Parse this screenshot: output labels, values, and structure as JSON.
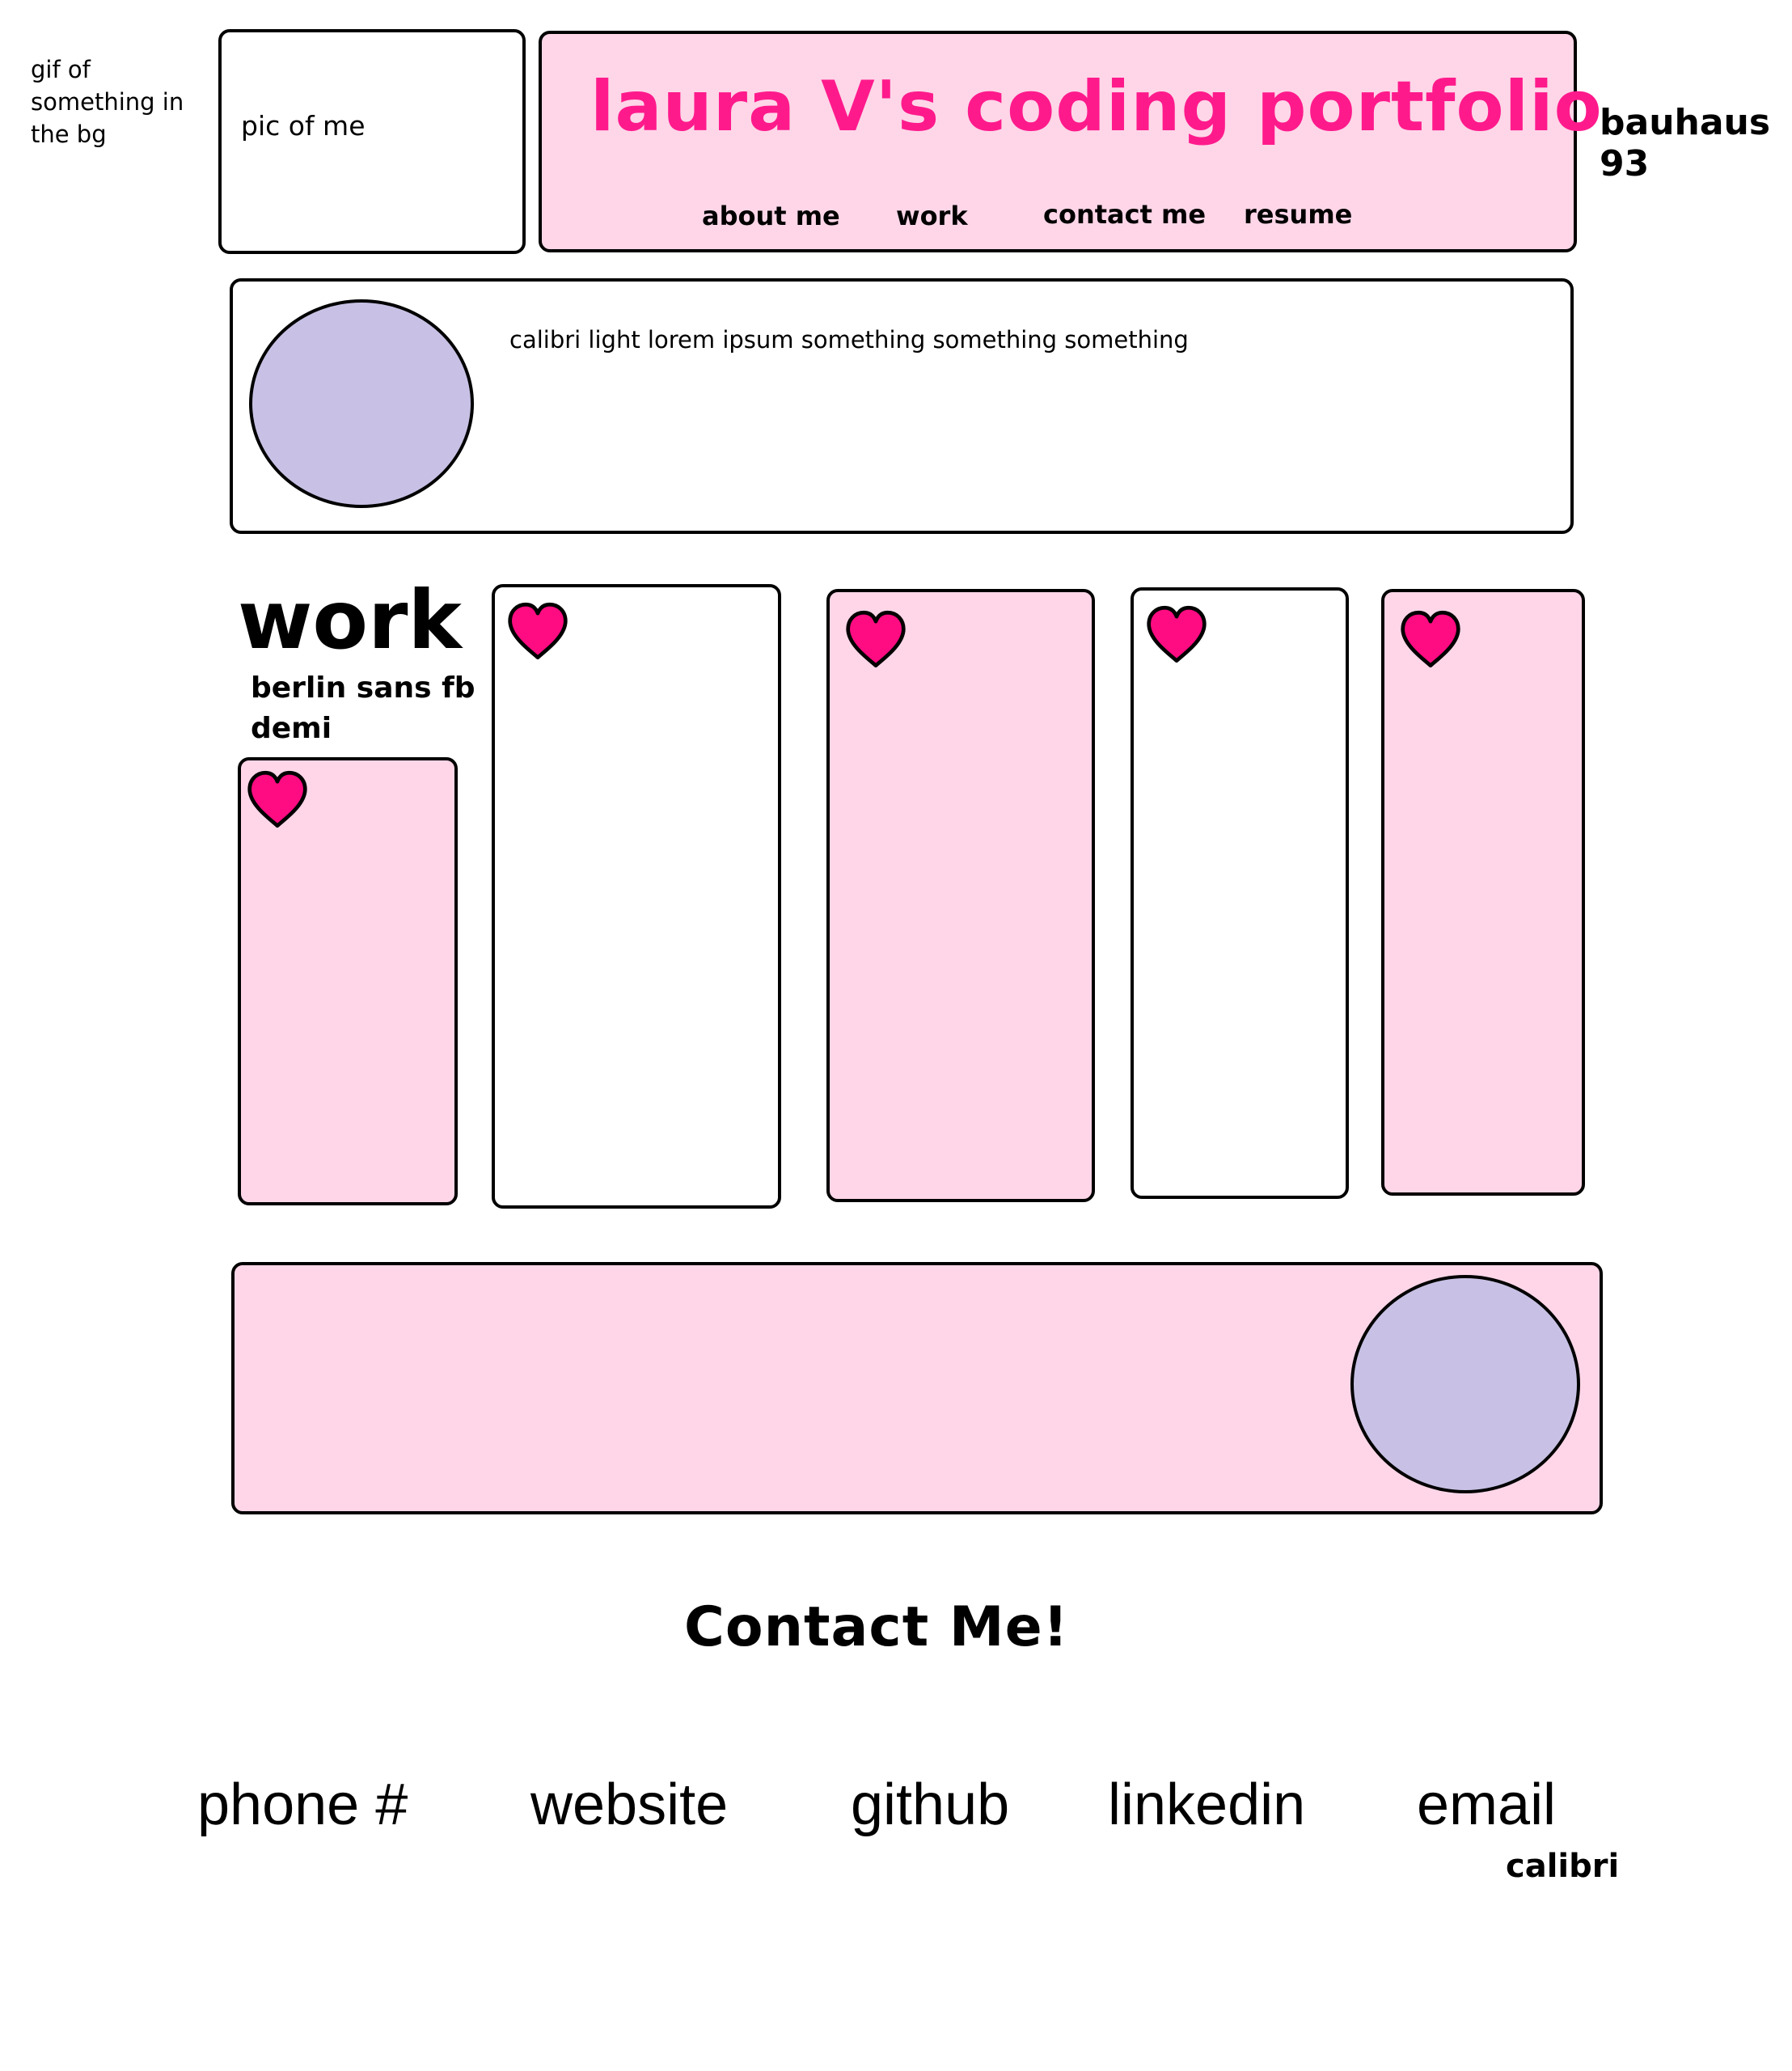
{
  "notes": {
    "bg_note": [
      "gif of",
      "something in",
      "the bg"
    ],
    "title_font_note": "bauhaus 93",
    "work_font_note": [
      "berlin sans fb",
      "demi"
    ],
    "contact_font_note": "calibri"
  },
  "header": {
    "photo_placeholder": "pic of me",
    "title": "laura V's coding portfolio",
    "nav": [
      "about me",
      "work",
      "contact me",
      "resume"
    ]
  },
  "about": {
    "text": "calibri light lorem ipsum something something something"
  },
  "work": {
    "heading": "work"
  },
  "contact": {
    "heading": "Contact Me!",
    "links": [
      "phone #",
      "website",
      "github",
      "linkedin",
      "email"
    ]
  },
  "colors": {
    "pink_fill": "#fed6e8",
    "title_pink": "#ff1a8c",
    "heart_pink": "#ff0b82",
    "lavender": "#c8c1e5"
  },
  "icons": [
    "heart-icon"
  ]
}
